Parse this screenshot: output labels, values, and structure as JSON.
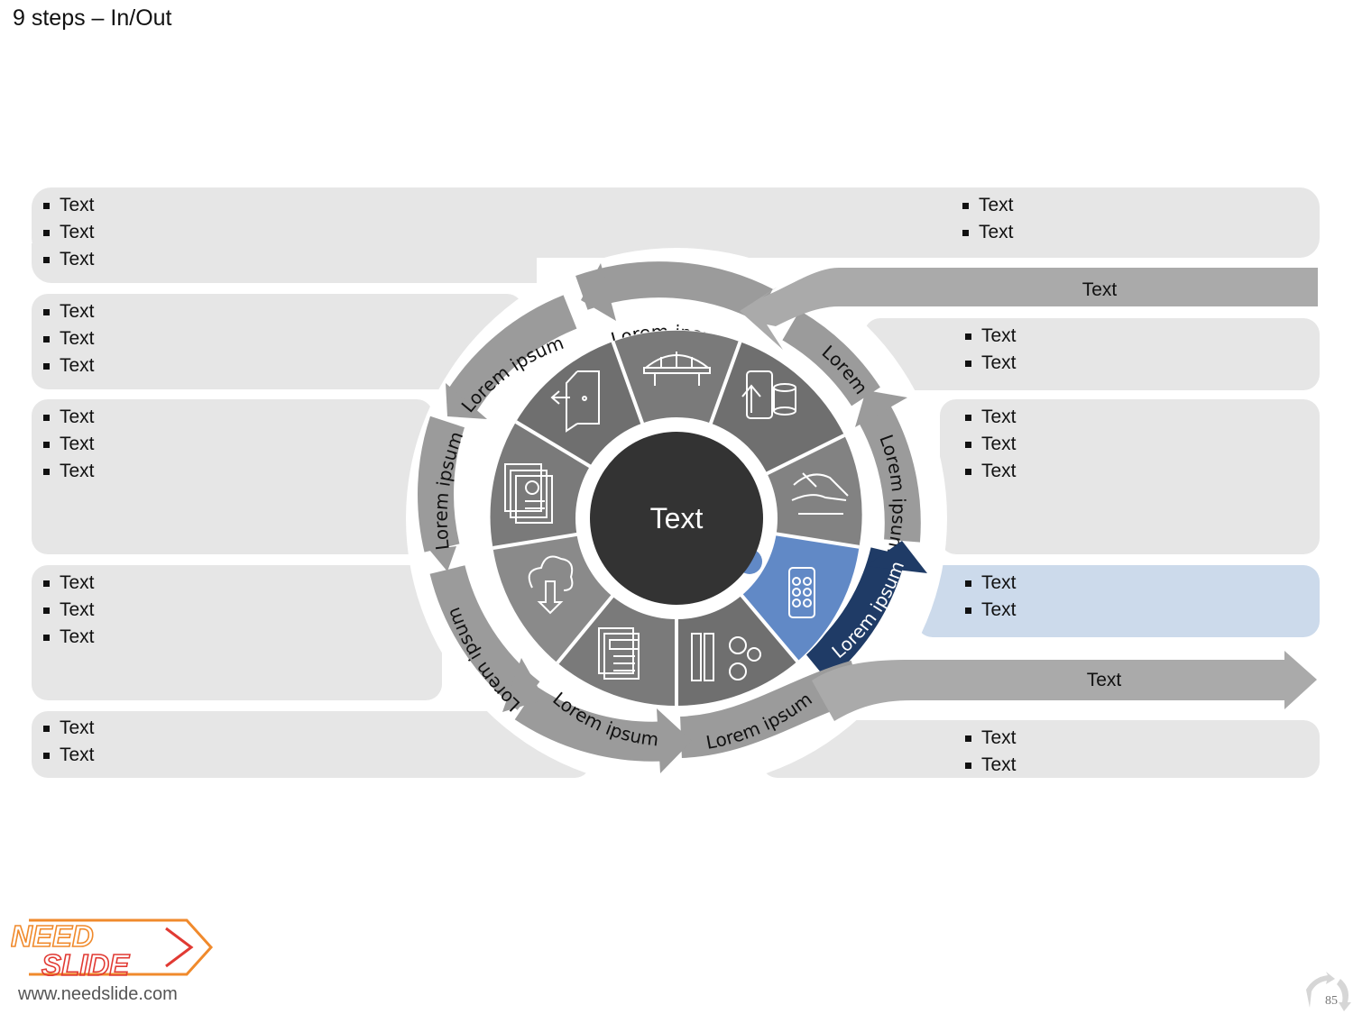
{
  "title": "9 steps – In/Out",
  "center_label": "Text",
  "arc_labels": [
    "Lorem ipsum",
    "Lorem",
    "Lorem ipsum",
    "Lorem ipsum",
    "Lorem ipsum",
    "Lorem ipsum",
    "Lorem ipsum",
    "Lorem ipsum",
    "Lorem ipsum"
  ],
  "in_arrow_label": "Text",
  "out_arrow_label": "Text",
  "left_panels": [
    [
      "Text",
      "Text",
      "Text"
    ],
    [
      "Text",
      "Text",
      "Text"
    ],
    [
      "Text",
      "Text",
      "Text"
    ],
    [
      "Text",
      "Text",
      "Text"
    ],
    [
      "Text",
      "Text"
    ]
  ],
  "right_panels": [
    [
      "Text",
      "Text"
    ],
    [
      "Text",
      "Text"
    ],
    [
      "Text",
      "Text",
      "Text"
    ],
    [
      "Text",
      "Text"
    ],
    [
      "Text",
      "Text"
    ]
  ],
  "segment_icons": [
    "bridge-icon",
    "phone-coins-icon",
    "handshake-icon",
    "mobile-app-icon",
    "binders-gears-icon",
    "documents-icon",
    "cloud-download-icon",
    "reports-icon",
    "exit-door-icon"
  ],
  "logo_line1": "NEED",
  "logo_line2": "SLIDE",
  "website": "www.needslide.com",
  "page_number": "85",
  "colors": {
    "panel": "#e6e6e6",
    "highlight_panel": "#ccdaeb",
    "highlight_segment": "#6189c6",
    "highlight_arrow": "#1f3b66",
    "center": "#333333",
    "segment": "#808080",
    "arc": "#9b9b9b",
    "logo_orange": "#f08a2c",
    "logo_red": "#e13a33"
  }
}
